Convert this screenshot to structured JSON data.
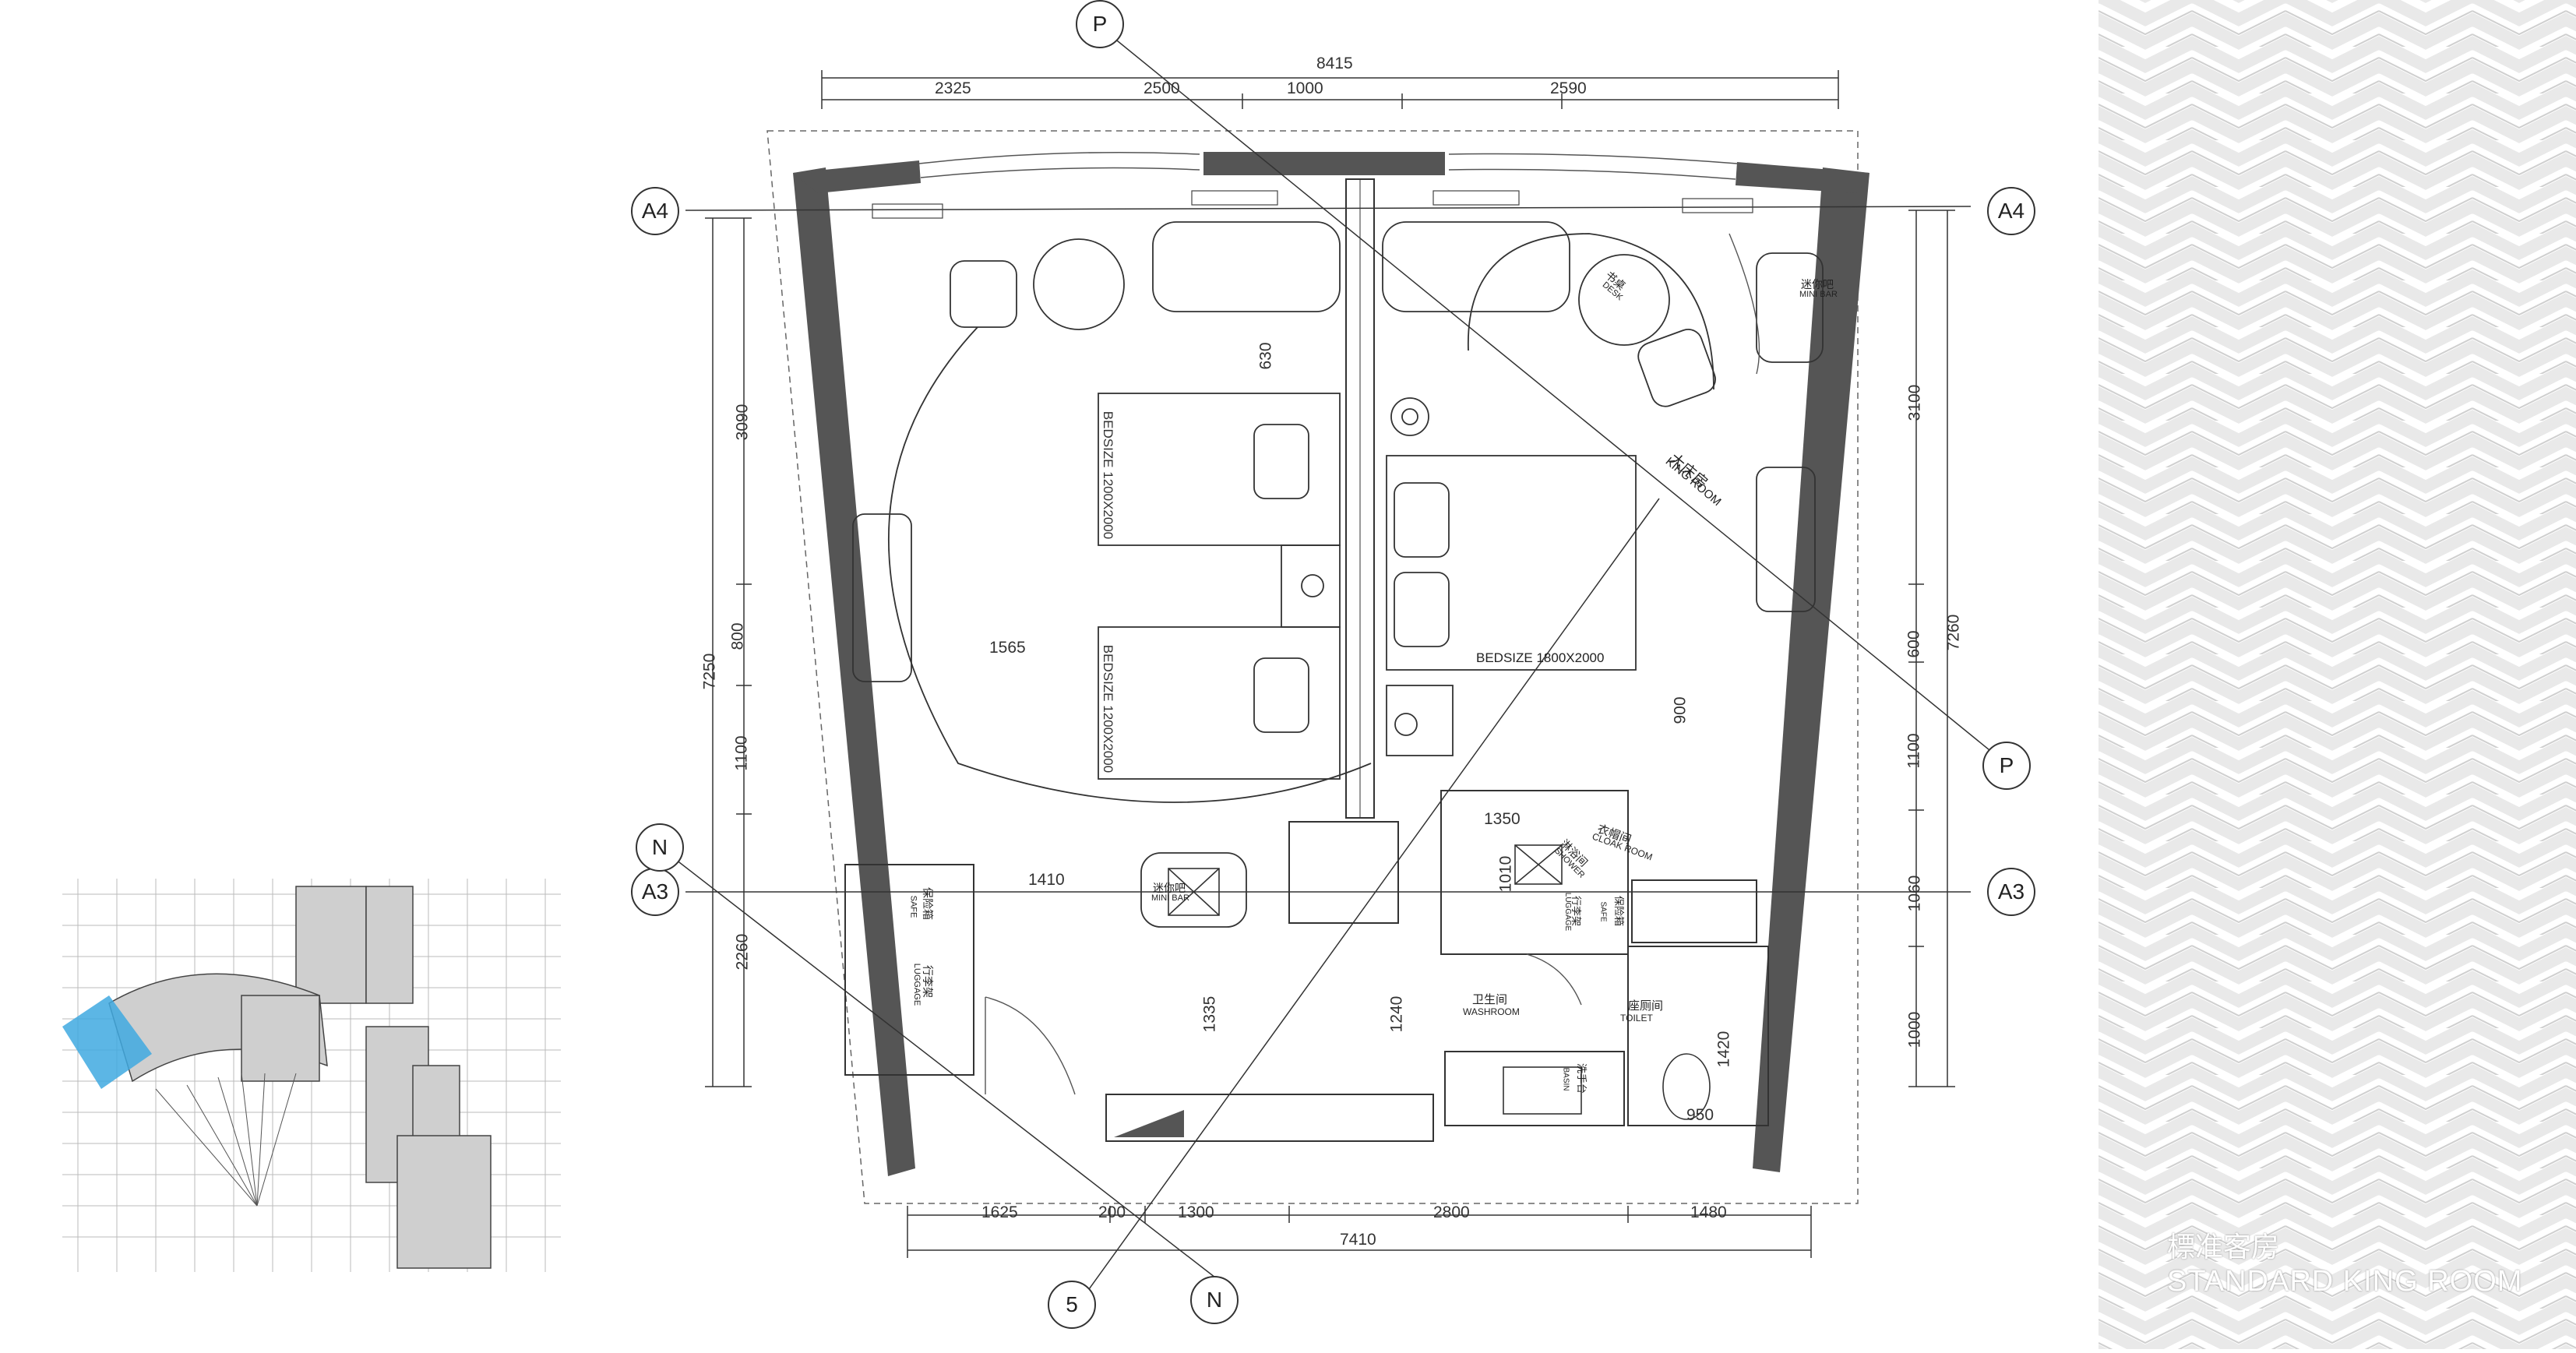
{
  "caption": {
    "title_cn": "標准客房",
    "title_en": "STANDARD KING ROOM"
  },
  "axes": {
    "p_top": "P",
    "p_right": "P",
    "a4_left": "A4",
    "a4_right": "A4",
    "a3_left": "A3",
    "a3_right": "A3",
    "n_left": "N",
    "n_bottom": "N",
    "five": "5"
  },
  "dims_top": {
    "overall": "8415",
    "d1": "2325",
    "d2": "2500",
    "d3": "1000",
    "d4": "2590"
  },
  "dims_bottom": {
    "overall": "7410",
    "d1": "1625",
    "d2": "200",
    "d3": "1300",
    "d4": "2800",
    "d5": "1480"
  },
  "dims_left": {
    "overall": "7250",
    "d1": "3090",
    "d2": "800",
    "d3": "1100",
    "d4": "2260"
  },
  "dims_right": {
    "overall": "7260",
    "d1": "3100",
    "d2": "600",
    "d3": "1100",
    "d4": "1060",
    "d5": "1000"
  },
  "dims_inner": {
    "a": "630",
    "b": "1565",
    "c": "1410",
    "d": "1335",
    "e": "1240",
    "f": "900",
    "g": "1350",
    "h": "1010",
    "i": "1420",
    "j": "950"
  },
  "rooms": {
    "bedsize_twin_1": "BEDSIZE 1200X2000",
    "bedsize_twin_2": "BEDSIZE 1200X2000",
    "bedsize_king": "BEDSIZE 1800X2000",
    "king_room_cn": "大床房",
    "king_room_en": "KING ROOM",
    "desk_cn": "书桌",
    "desk_en": "DESK",
    "minibar_cn": "迷你吧",
    "minibar_en": "MINI BAR",
    "minibar2_cn": "迷你吧",
    "minibar2_en": "MINI BAR",
    "cloak_cn": "衣帽间",
    "cloak_en": "CLOAK ROOM",
    "shower_cn": "淋浴间",
    "shower_en": "SHOWER",
    "washroom_cn": "卫生间",
    "washroom_en": "WASHROOM",
    "basin_cn": "洗手台",
    "basin_en": "BASIN",
    "toilet_cn": "座厕间",
    "toilet_en": "TOILET",
    "luggage_cn": "行李架",
    "luggage_en": "LUGGAGE",
    "luggage2_cn": "行李架",
    "luggage2_en": "LUGGAGE",
    "safe_cn": "保险箱",
    "safe_en": "SAFE",
    "safe2_cn": "保险箱",
    "safe2_en": "SAFE"
  },
  "colors": {
    "wall": "#555555",
    "highlight": "#3fa9e0",
    "line": "#333333",
    "texture": "#efefef"
  }
}
